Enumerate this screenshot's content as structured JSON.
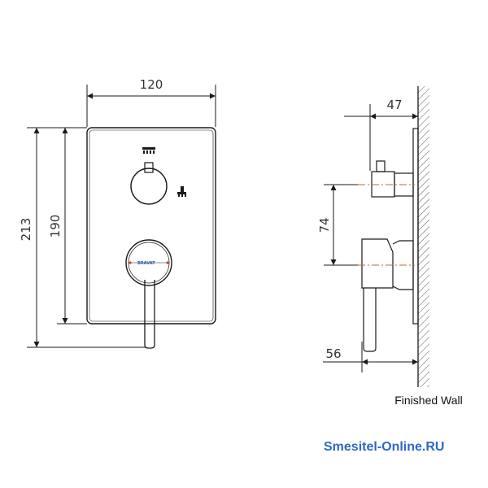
{
  "dimensions": {
    "front_width": "120",
    "front_height_outer": "213",
    "front_height_inner": "190",
    "side_depth_top": "47",
    "side_spacing": "74",
    "side_depth_bottom": "56"
  },
  "labels": {
    "finished_wall": "Finished Wall",
    "brand_mark": "BRAVAT"
  },
  "watermark": "Smesitel-Online.RU",
  "colors": {
    "line": "#1a1a1a",
    "axis": "#c8641e",
    "brand": "#2c5fb0",
    "watermark": "#2f67c6"
  },
  "icons": [
    "shower-head-icon",
    "hand-shower-icon"
  ]
}
